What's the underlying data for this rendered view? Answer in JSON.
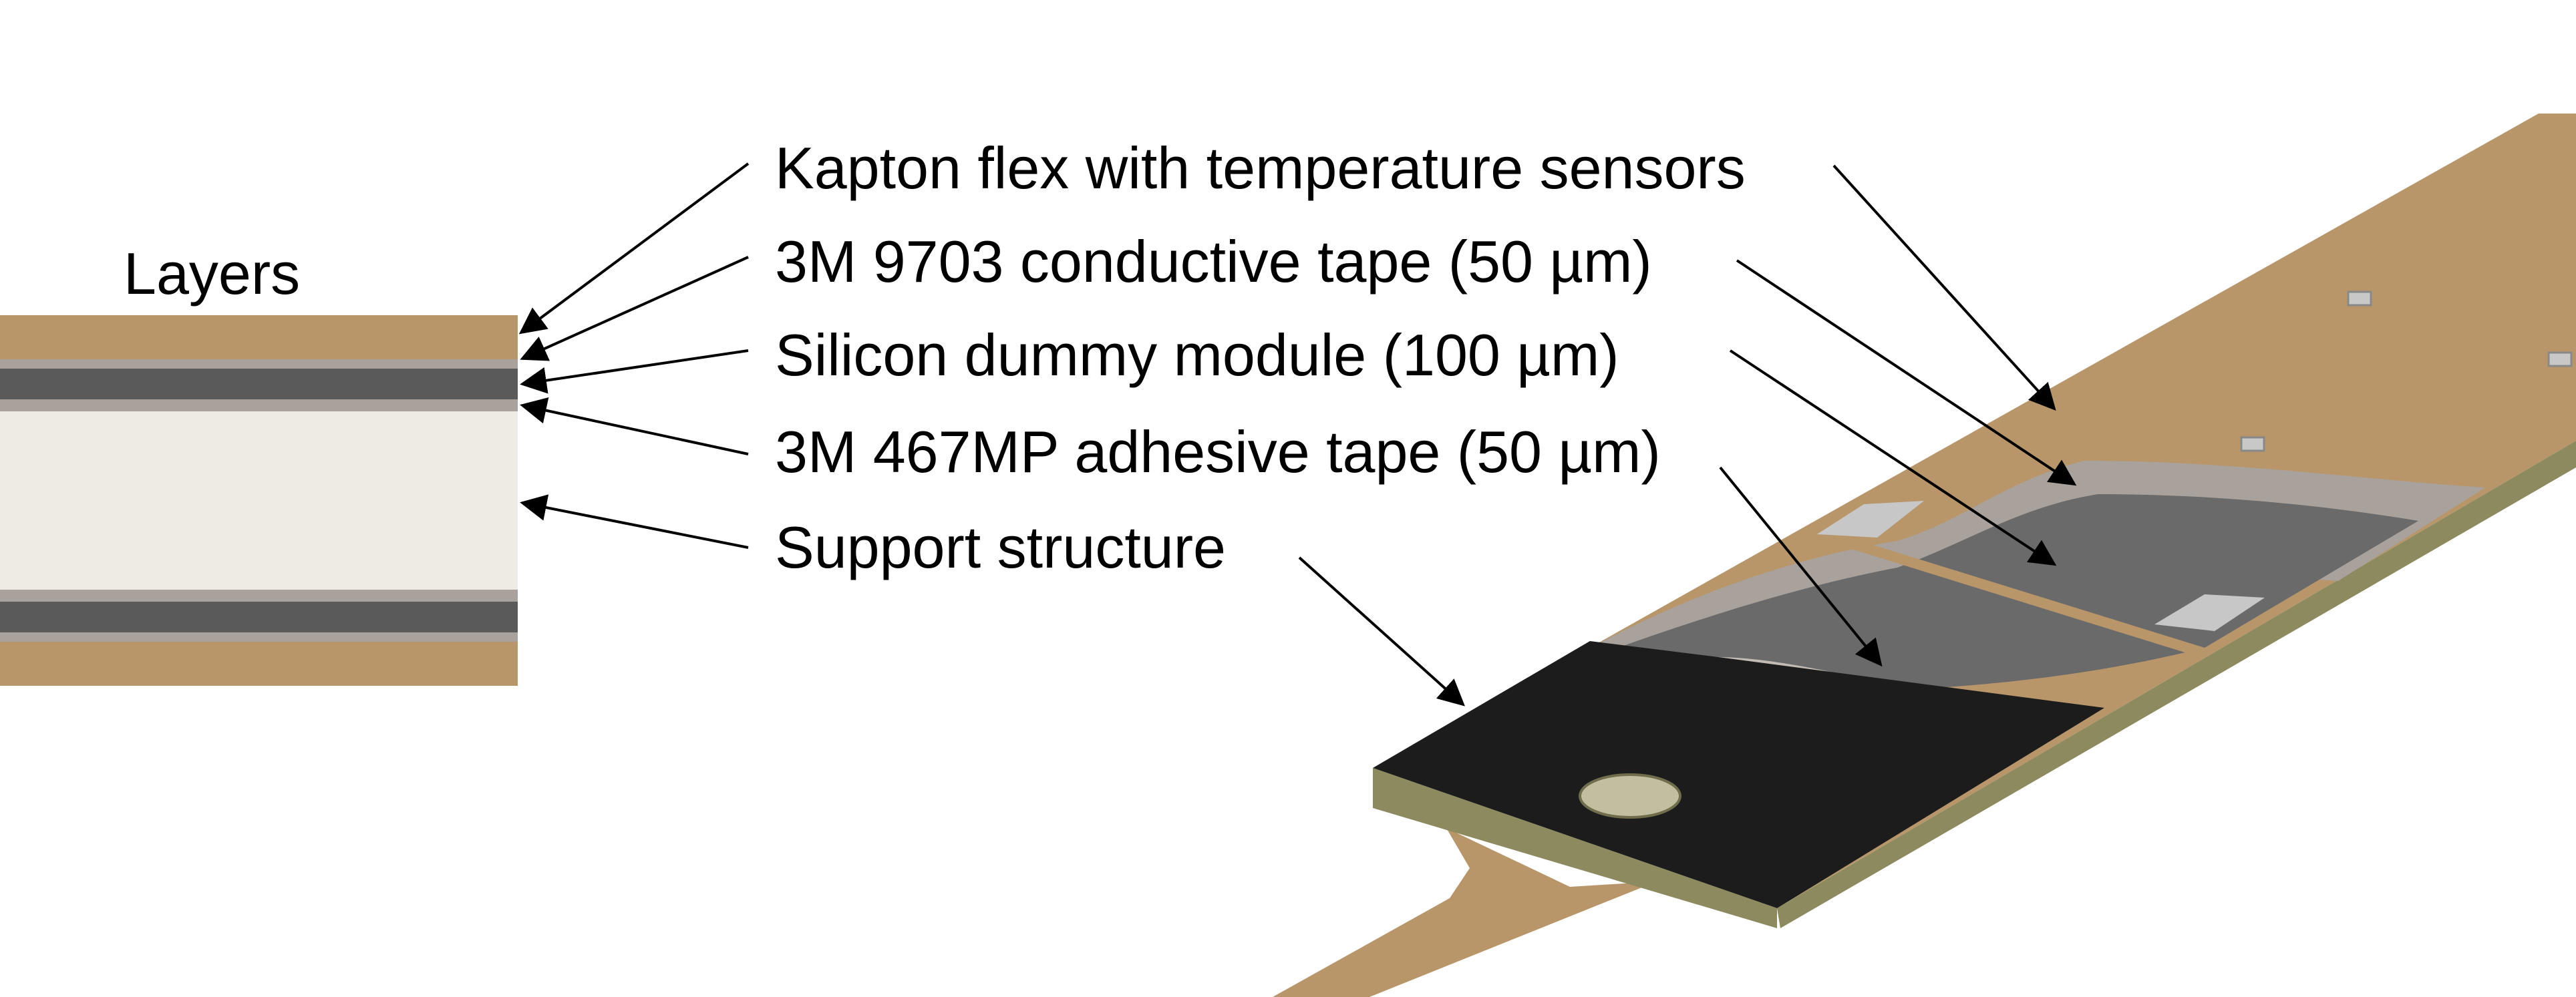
{
  "diagram": {
    "heading": "Layers",
    "callouts": [
      "Kapton flex with temperature sensors",
      "3M 9703 conductive tape (50 µm)",
      "Silicon dummy module (100 µm)",
      "3M 467MP adhesive tape (50 µm)",
      "Support structure"
    ],
    "colors": {
      "kapton": "#b8966a",
      "conductive_tape": "#a9a29c",
      "silicon": "#5a5a5a",
      "support": "#eeebe4",
      "carbon": "#1c1c1c",
      "edge": "#8c8a5e",
      "arrow": "#000000"
    }
  }
}
